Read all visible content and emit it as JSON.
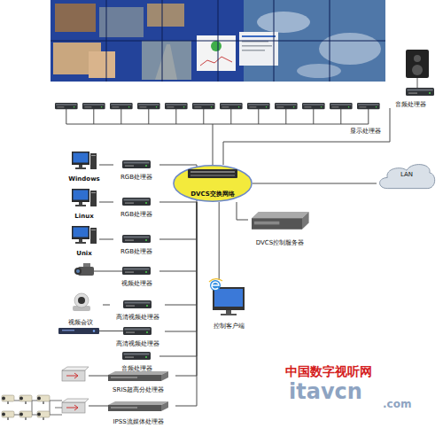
{
  "diagram": {
    "nodes": [
      {
        "text": [
          "显示处理器"
        ]
      },
      {
        "text": [
          "音频处理器"
        ]
      },
      {
        "text": [
          "Windows"
        ]
      },
      {
        "text": [
          "RGB处理器"
        ]
      },
      {
        "text": [
          "Linux"
        ]
      },
      {
        "text": [
          "RGB处理器"
        ]
      },
      {
        "text": [
          "Unix"
        ]
      },
      {
        "text": [
          "RGB处理器"
        ]
      },
      {
        "text": [
          "视频处理器"
        ]
      },
      {
        "text": [
          "视频会议"
        ]
      },
      {
        "text": [
          "高清视频处理器"
        ]
      },
      {
        "text": [
          "高清视频处理器"
        ]
      },
      {
        "text": [
          "音频处理器"
        ]
      },
      {
        "text": [
          "SRIS超高分处理器"
        ]
      },
      {
        "text": [
          "IPSS流媒体处理器"
        ]
      },
      {
        "text": [
          "DVCS交换网络"
        ]
      },
      {
        "text": [
          "LAN"
        ]
      },
      {
        "text": [
          "DVCS控制服务器"
        ]
      },
      {
        "text": [
          "控制客户端"
        ]
      }
    ],
    "edges": [
      {
        "from": 2,
        "to": 3,
        "arrow": "none"
      },
      {
        "from": 4,
        "to": 5,
        "arrow": "none"
      },
      {
        "from": 6,
        "to": 7,
        "arrow": "none"
      },
      {
        "from": 9,
        "to": 10,
        "arrow": "none"
      },
      {
        "from": 3,
        "to": 15,
        "arrow": "none"
      },
      {
        "from": 5,
        "to": 15,
        "arrow": "none"
      },
      {
        "from": 7,
        "to": 15,
        "arrow": "none"
      },
      {
        "from": 8,
        "to": 15,
        "arrow": "none"
      },
      {
        "from": 10,
        "to": 15,
        "arrow": "none"
      },
      {
        "from": 11,
        "to": 15,
        "arrow": "none"
      },
      {
        "from": 12,
        "to": 15,
        "arrow": "none"
      },
      {
        "from": 13,
        "to": 15,
        "arrow": "none"
      },
      {
        "from": 14,
        "to": 15,
        "arrow": "none"
      },
      {
        "from": 0,
        "to": 15,
        "arrow": "none"
      },
      {
        "from": 1,
        "to": 15,
        "arrow": "none"
      },
      {
        "from": 15,
        "to": 16,
        "arrow": "none"
      },
      {
        "from": 15,
        "to": 17,
        "arrow": "none"
      },
      {
        "from": 15,
        "to": 18,
        "arrow": "none"
      }
    ],
    "labels": [
      "中国数字视听网",
      "itavcn",
      ".com"
    ]
  }
}
